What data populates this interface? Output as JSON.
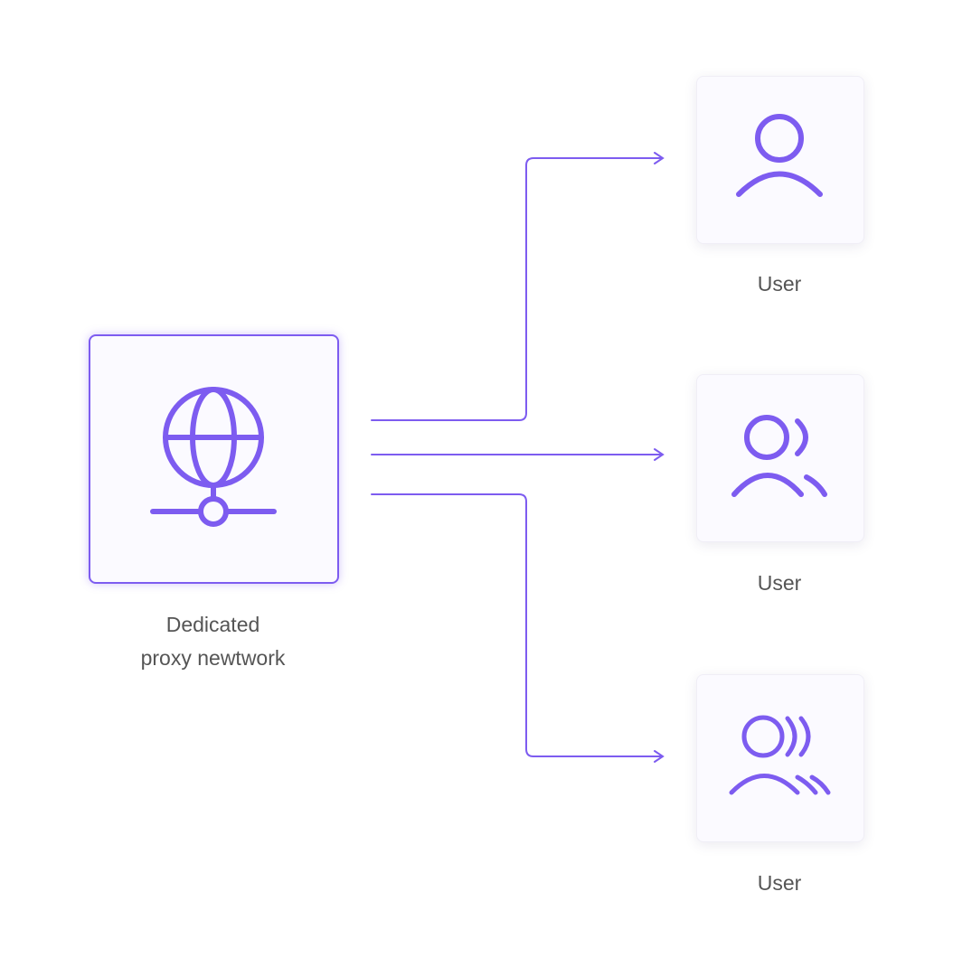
{
  "accent_color": "#7d5cf0",
  "source": {
    "label_line1": "Dedicated",
    "label_line2": "proxy newtwork",
    "icon": "globe-network-icon"
  },
  "users": [
    {
      "label": "User",
      "icon": "single-user-icon"
    },
    {
      "label": "User",
      "icon": "user-group-icon"
    },
    {
      "label": "User",
      "icon": "user-group-large-icon"
    }
  ]
}
